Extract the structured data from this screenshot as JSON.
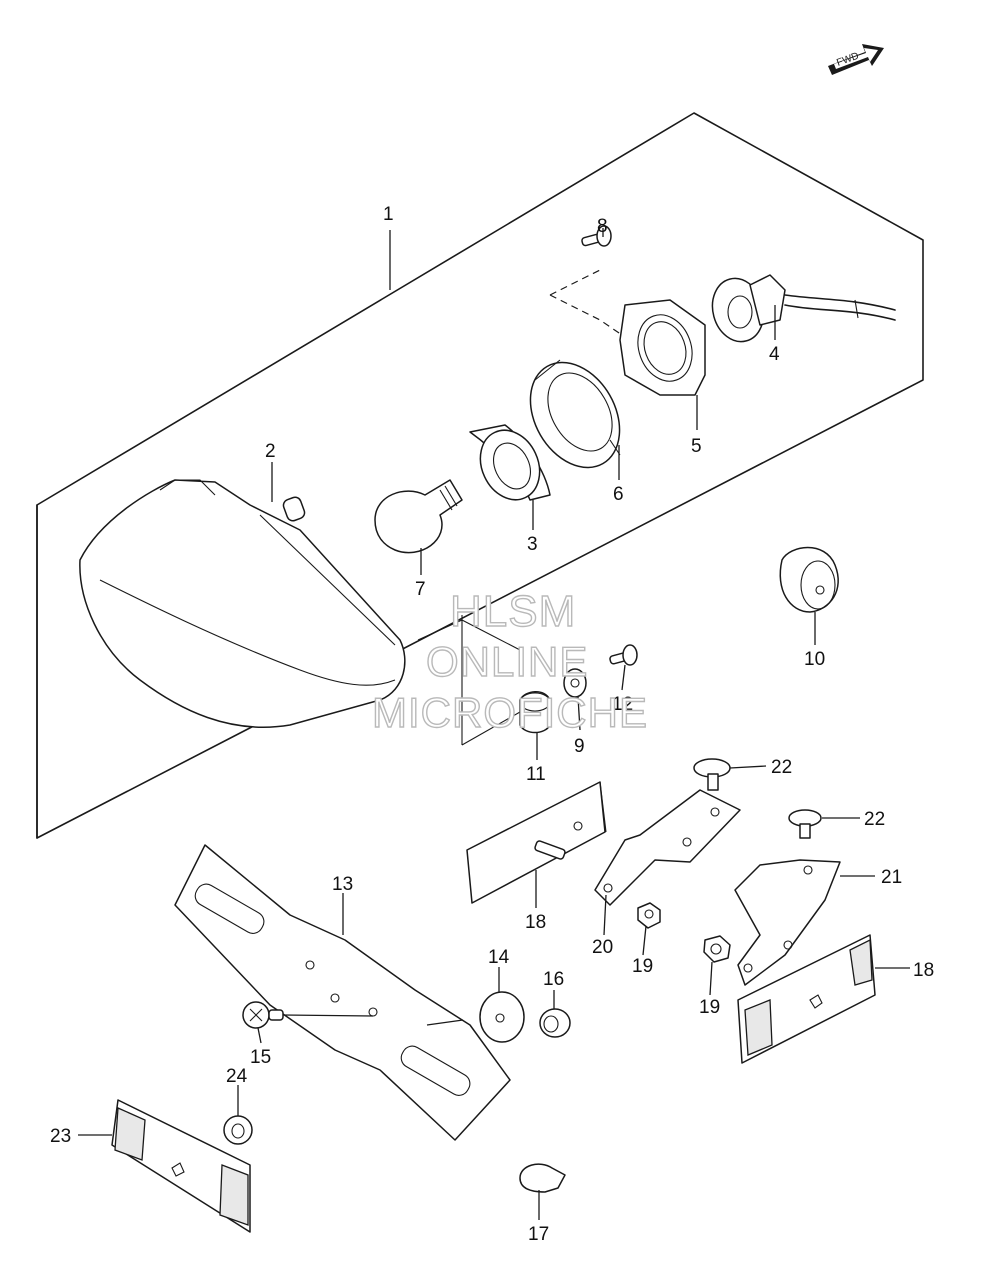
{
  "fwd_badge": "FWD",
  "watermark": [
    "HLSM",
    "ONLINE",
    "MICROFICHE"
  ],
  "callouts": {
    "c1": "1",
    "c2": "2",
    "c3": "3",
    "c4": "4",
    "c5": "5",
    "c6": "6",
    "c7": "7",
    "c8": "8",
    "c9": "9",
    "c10": "10",
    "c11": "11",
    "c12": "12",
    "c13": "13",
    "c14": "14",
    "c15": "15",
    "c16": "16",
    "c17": "17",
    "c18a": "18",
    "c18b": "18",
    "c19a": "19",
    "c19b": "19",
    "c20": "20",
    "c21": "21",
    "c22a": "22",
    "c22b": "22",
    "c23": "23",
    "c24": "24"
  }
}
